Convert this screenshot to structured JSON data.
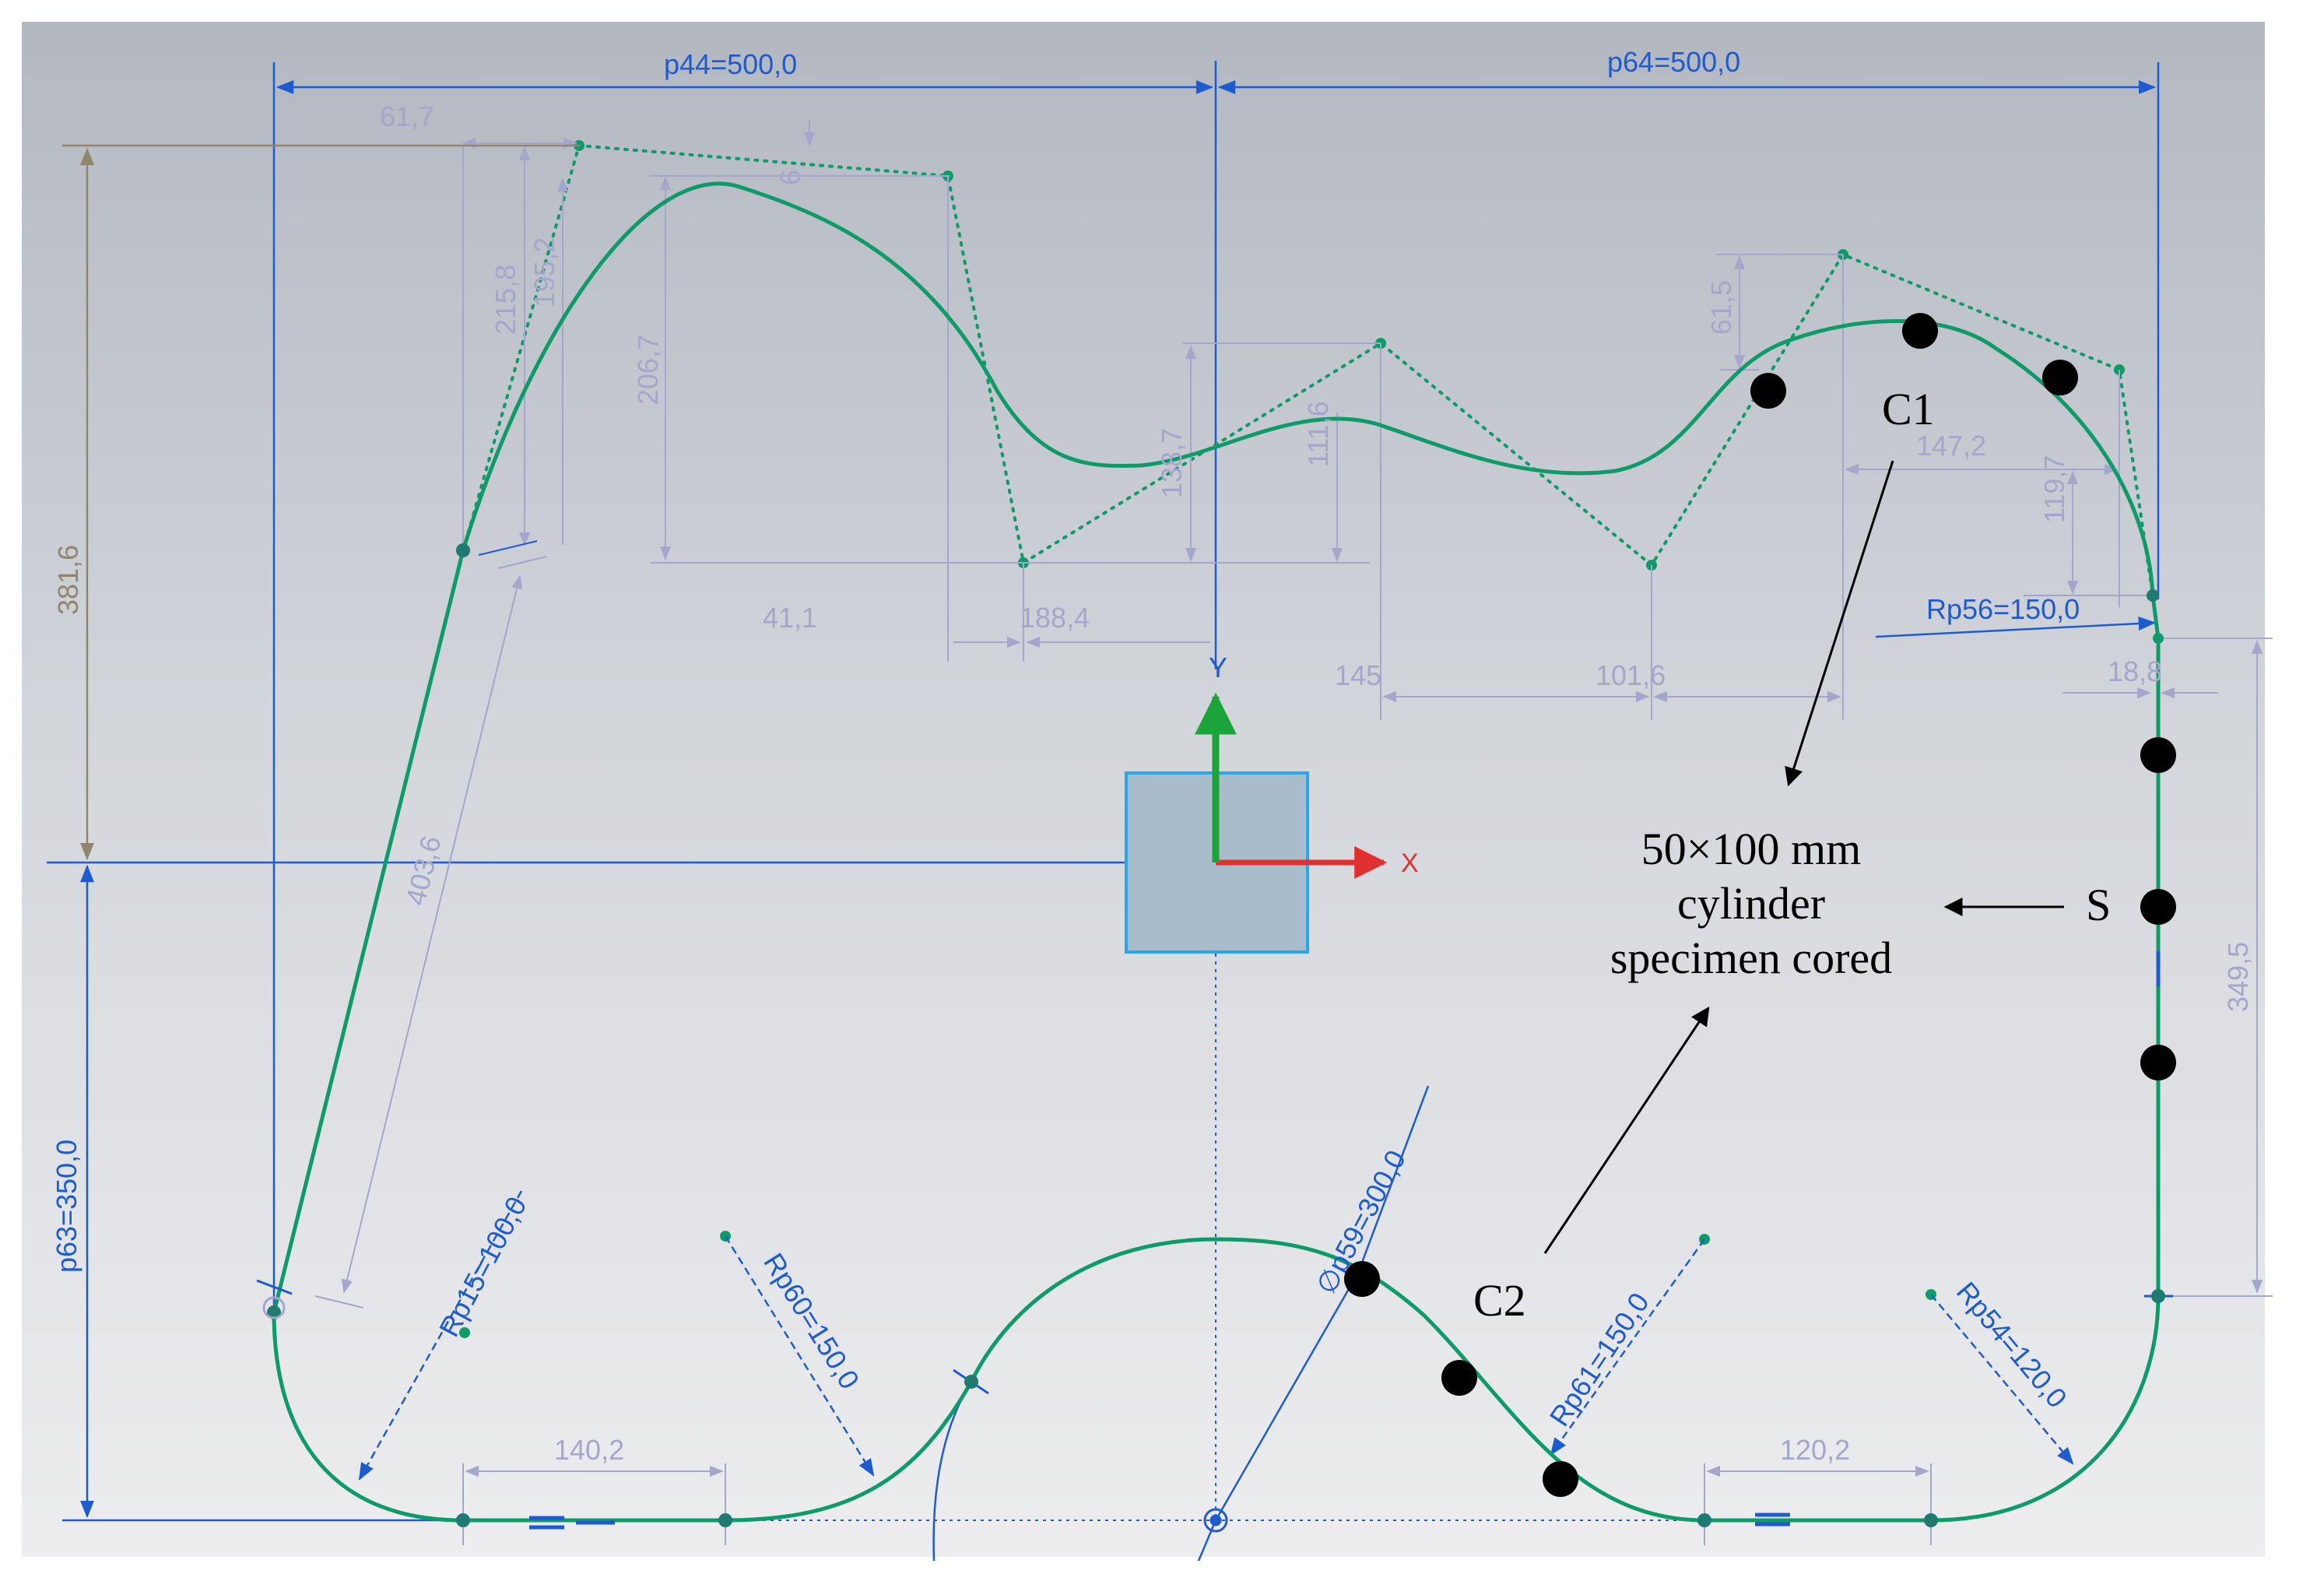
{
  "dimensions": {
    "p44": "p44=500,0",
    "p64": "p64=500,0",
    "p63": "p63=350,0",
    "rp15": "Rp15=100,0",
    "rp60": "Rp60=150,0",
    "p59": "∅p59=300,0",
    "rp61": "Rp61=150,0",
    "rp54": "Rp54=120,0",
    "rp56": "Rp56=150,0",
    "d61_7": "61,7",
    "d381_6": "381,6",
    "d215_8": "215,8",
    "d195_2": "195,2",
    "d206_7": "206,7",
    "d6": "6",
    "d41_1": "41,1",
    "d188_4": "188,4",
    "d138_7": "138,7",
    "d111_6": "111,6",
    "d145": "145",
    "d101_6": "101,6",
    "d61_5": "61,5",
    "d147_2": "147,2",
    "d119_7": "119,7",
    "d18_8": "18,8",
    "d349_5": "349,5",
    "d403_6": "403,6",
    "d140_2": "140,2",
    "d120_2": "120,2"
  },
  "annotations": {
    "c1": "C1",
    "c2": "C2",
    "s": "S",
    "specimen_line1": "50×100 mm",
    "specimen_line2": "cylinder",
    "specimen_line3": "specimen cored"
  },
  "axes": {
    "x_label": "X",
    "y_label": "Y"
  },
  "colors": {
    "profile": "#0f9a6a",
    "dim_blue": "#1f5bd0",
    "dim_grey": "#a5a6cc",
    "dim_olive": "#8f876d",
    "marker": "#000000",
    "x_axis": "#e03030",
    "y_axis": "#1aa43a"
  }
}
